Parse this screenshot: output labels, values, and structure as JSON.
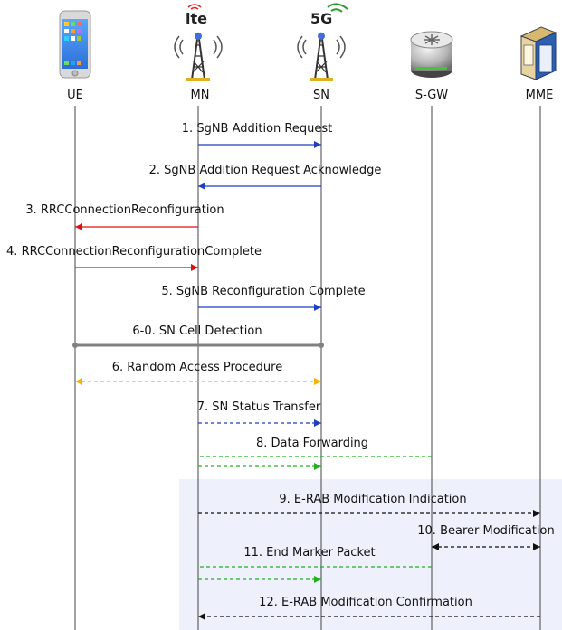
{
  "diagram": {
    "entities": [
      {
        "key": "ue",
        "label": "UE"
      },
      {
        "key": "mn",
        "label": "MN",
        "badge": "lte"
      },
      {
        "key": "sn",
        "label": "SN",
        "badge": "5G"
      },
      {
        "key": "sgw",
        "label": "S-GW"
      },
      {
        "key": "mme",
        "label": "MME"
      }
    ],
    "colors": {
      "blue": "#1f3fbf",
      "red": "#e01010",
      "gray": "#808080",
      "orange": "#f5b400",
      "green": "#22b022",
      "black": "#111111",
      "highlight": "#eef0fb",
      "lifeline": "#444444"
    },
    "messages": [
      {
        "label": "1. SgNB Addition Request",
        "from": "mn",
        "to": "sn",
        "style": "solid",
        "color": "blue",
        "dir": "one"
      },
      {
        "label": "2. SgNB Addition Request Acknowledge",
        "from": "sn",
        "to": "mn",
        "style": "solid",
        "color": "blue",
        "dir": "one"
      },
      {
        "label": "3. RRCConnectionReconfiguration",
        "from": "mn",
        "to": "ue",
        "style": "solid",
        "color": "red",
        "dir": "one"
      },
      {
        "label": "4. RRCConnectionReconfigurationComplete",
        "from": "ue",
        "to": "mn",
        "style": "solid",
        "color": "red",
        "dir": "one"
      },
      {
        "label": "5. SgNB Reconfiguration Complete",
        "from": "mn",
        "to": "sn",
        "style": "solid",
        "color": "blue",
        "dir": "one"
      },
      {
        "label": "6-0. SN Cell Detection",
        "from": "ue",
        "to": "sn",
        "style": "solid",
        "color": "gray",
        "dir": "dots"
      },
      {
        "label": "6. Random Access Procedure",
        "from": "ue",
        "to": "sn",
        "style": "dashed",
        "color": "orange",
        "dir": "both"
      },
      {
        "label": "7. SN Status Transfer",
        "from": "mn",
        "to": "sn",
        "style": "dashed",
        "color": "blue",
        "dir": "one"
      },
      {
        "label": "8. Data Forwarding",
        "from": "sgw",
        "to": "mn",
        "style": "dashed",
        "color": "green",
        "dir": "none"
      },
      {
        "label": "",
        "from": "mn",
        "to": "sn",
        "style": "dashed",
        "color": "green",
        "dir": "one"
      },
      {
        "label": "9. E-RAB Modification Indication",
        "from": "mn",
        "to": "mme",
        "style": "dashed",
        "color": "black",
        "dir": "one"
      },
      {
        "label": "10. Bearer Modification",
        "from": "sgw",
        "to": "mme",
        "style": "dashed",
        "color": "black",
        "dir": "both"
      },
      {
        "label": "11. End Marker Packet",
        "from": "sgw",
        "to": "mn",
        "style": "dashed",
        "color": "green",
        "dir": "none"
      },
      {
        "label": "",
        "from": "mn",
        "to": "sn",
        "style": "dashed",
        "color": "green",
        "dir": "one"
      },
      {
        "label": "12. E-RAB Modification Confirmation",
        "from": "mme",
        "to": "mn",
        "style": "dashed",
        "color": "black",
        "dir": "one"
      }
    ]
  }
}
